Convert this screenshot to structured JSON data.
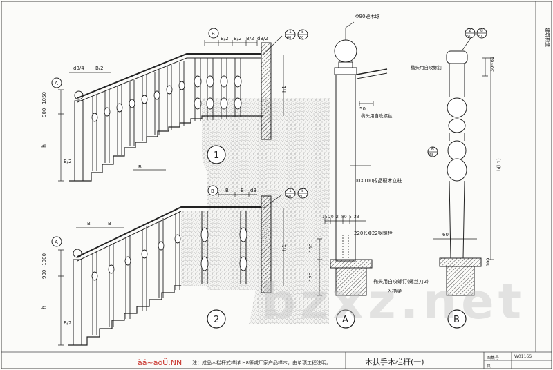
{
  "upper_view": {
    "dims_top": [
      "B/2",
      "B/2",
      "B/2",
      "d3/2"
    ],
    "dims_left": [
      "d3/4",
      "B/2"
    ],
    "height_dim": "900~1050",
    "h_label": "h",
    "b2_label": "B/2",
    "b_label": "B",
    "h1_label": "h1",
    "bubble_b": "B",
    "bubble_left": "A",
    "ref_num": "1",
    "ref_den": "60",
    "ref2_num": "5",
    "ref2_den": "60",
    "view_number": "1"
  },
  "lower_view": {
    "dims_top": [
      "B",
      "B",
      "d3"
    ],
    "dims_left": [
      "B",
      "B"
    ],
    "height_dim": "900~1000",
    "h_label": "h",
    "b2_label": "B/2",
    "h1_label": "h1",
    "bubble_b": "B",
    "bubble_left": "A",
    "ref_num": "1",
    "ref_den": "60",
    "ref2_num": "5",
    "ref2_den": "60",
    "view_number": "2"
  },
  "detail_a": {
    "top_label": "Φ90硬木球",
    "nail_label": "椭头用自攻螺丝",
    "dim_50": "50",
    "post_label": "100X100成品硬木立柱",
    "dims_row": [
      "15",
      "20",
      "2",
      "80",
      "5",
      "23"
    ],
    "bolt_label": "220长Φ22钢螺栓",
    "dim_100": "100",
    "dim_120": "120",
    "anchor_label": "椭头用自攻螺钉(螺丝刀2)",
    "beam_label": "入梯梁",
    "letter": "A"
  },
  "detail_b": {
    "refs": [
      {
        "num": "2",
        "den": "61"
      },
      {
        "num": "8",
        "den": "61"
      }
    ],
    "screw_label": "椭头用自攻螺钉",
    "ref3": {
      "num": "6",
      "den": "68"
    },
    "dim_h": "h(h1)",
    "dim_60": "60",
    "dim_100": "100",
    "dim_right": "30~60",
    "letter": "B"
  },
  "footer": {
    "garbled": "àá~ãöÜ.NN",
    "note": "注：成品木栏杆式样详 H8等或厂家产品样本，由单项工程注明。",
    "title": "木扶手木栏杆(一)",
    "tb_label_1": "图集号",
    "tb_value_1": "W0116S",
    "tb_label_2": "页"
  },
  "side_label": "建筑构造",
  "watermark": "bzxz.net"
}
